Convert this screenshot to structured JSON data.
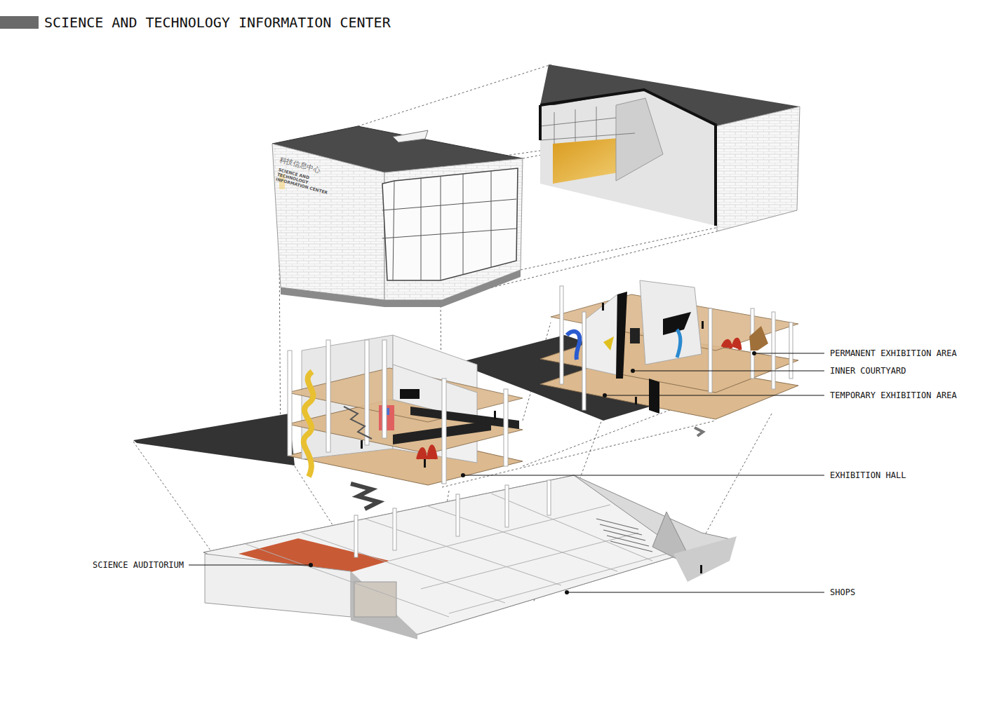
{
  "diagram": {
    "title": "SCIENCE AND TECHNOLOGY INFORMATION CENTER",
    "labels": [
      "科技信息中心",
      "SCIENCE AND TECHNOLOGY INFORMATION CENTER",
      "PERMANENT EXHIBITION AREA",
      "INNER COURTYARD",
      "TEMPORARY EXHIBITION AREA",
      "EXHIBITION HALL",
      "SCIENCE AUDITORIUM",
      "SHOPS"
    ]
  }
}
